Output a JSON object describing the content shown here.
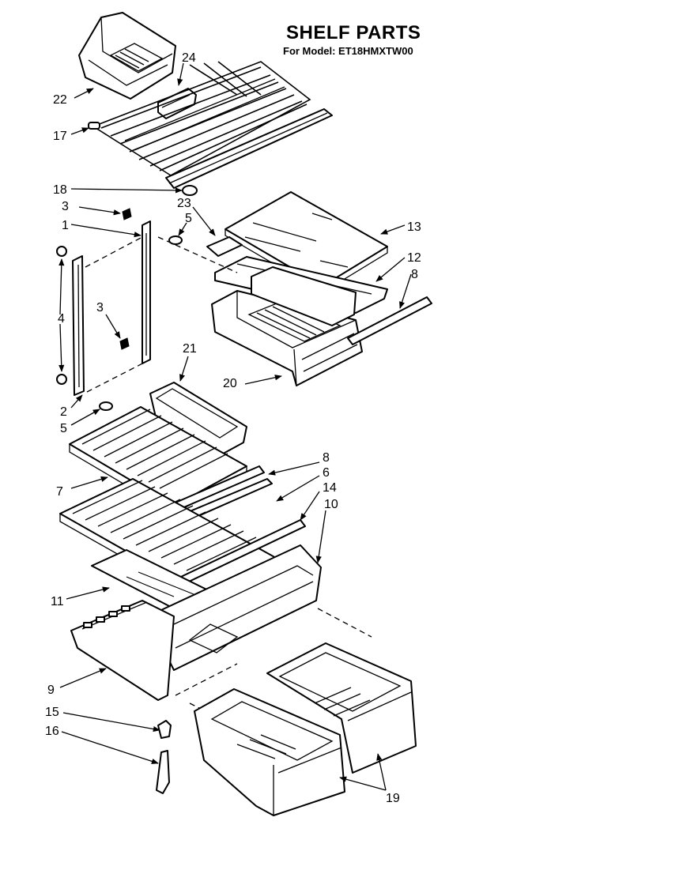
{
  "header": {
    "title": "SHELF PARTS",
    "subtitle": "For Model: ET18HMXTW00"
  },
  "callouts": {
    "c1": "1",
    "c2": "2",
    "c3a": "3",
    "c3b": "3",
    "c4": "4",
    "c5a": "5",
    "c5b": "5",
    "c6": "6",
    "c7": "7",
    "c8a": "8",
    "c8b": "8",
    "c9": "9",
    "c10": "10",
    "c11": "11",
    "c12": "12",
    "c13": "13",
    "c14": "14",
    "c15": "15",
    "c16": "16",
    "c17": "17",
    "c18": "18",
    "c19": "19",
    "c20": "20",
    "c21": "21",
    "c22": "22",
    "c23": "23",
    "c24": "24"
  }
}
